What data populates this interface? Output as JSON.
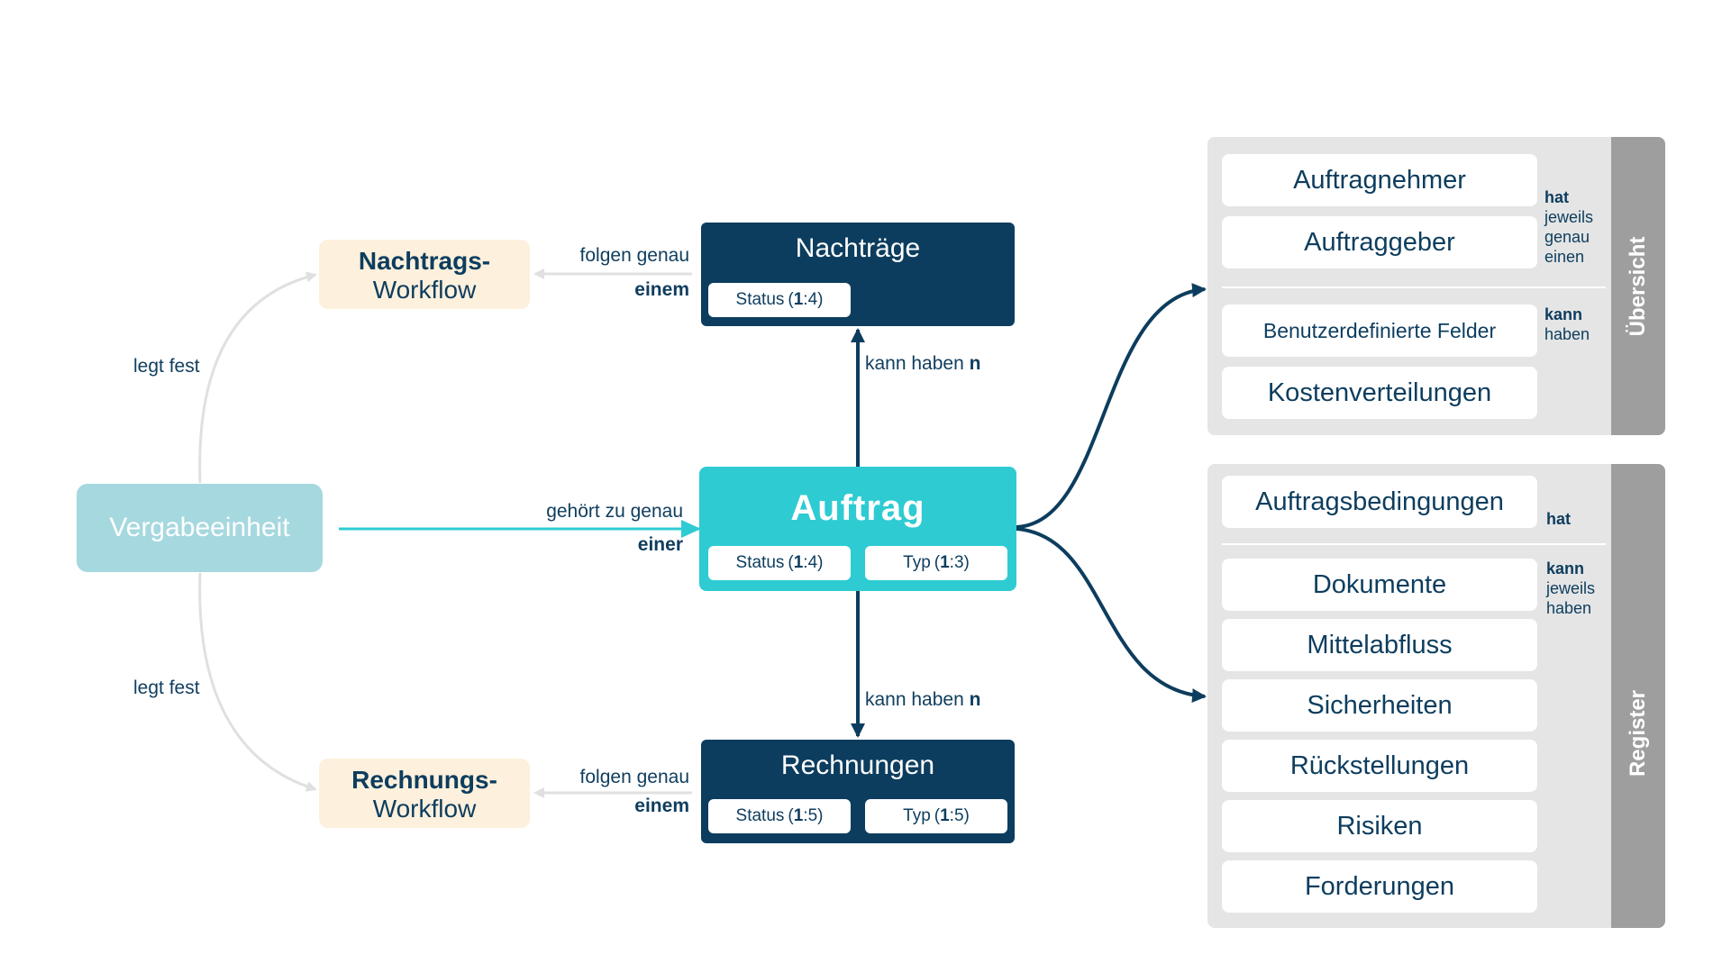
{
  "colors": {
    "dark_navy": "#0d3d5e",
    "teal": "#2ecbd3",
    "light_teal": "#a6d8df",
    "cream": "#fdf0dc",
    "gray_panel": "#e5e5e5",
    "gray_tab": "#9e9e9e",
    "wire_gray": "#e0e0e0"
  },
  "nodes": {
    "nachtraege": {
      "title": "Nachträge",
      "status_pill": {
        "label": "Status",
        "open": "(",
        "a": "1",
        "rest": ":4)"
      }
    },
    "auftrag": {
      "title": "Auftrag",
      "status_pill": {
        "label": "Status",
        "open": "(",
        "a": "1",
        "rest": ":4)"
      },
      "typ_pill": {
        "label": "Typ",
        "open": "(",
        "a": "1",
        "rest": ":3)"
      }
    },
    "rechnungen": {
      "title": "Rechnungen",
      "status_pill": {
        "label": "Status",
        "open": "(",
        "a": "1",
        "rest": ":5)"
      },
      "typ_pill": {
        "label": "Typ",
        "open": "(",
        "a": "1",
        "rest": ":5)"
      }
    },
    "vergabeeinheit": {
      "title": "Vergabeeinheit"
    },
    "nachtrags_workflow": {
      "line1": "Nachtrags-",
      "line2": "Workflow"
    },
    "rechnungs_workflow": {
      "line1": "Rechnungs-",
      "line2": "Workflow"
    }
  },
  "edges": {
    "legt_fest_top": "legt fest",
    "legt_fest_bottom": "legt fest",
    "folgen_top": {
      "text": "folgen genau",
      "bold": "einem"
    },
    "folgen_bottom": {
      "text": "folgen genau",
      "bold": "einem"
    },
    "gehoert": {
      "text": "gehört zu genau",
      "bold": "einer"
    },
    "kann_haben_top": {
      "text": "kann haben",
      "bold": "n"
    },
    "kann_haben_bottom": {
      "text": "kann haben",
      "bold": "n"
    }
  },
  "uebersicht": {
    "tab": "Übersicht",
    "items_hat": [
      "Auftragnehmer",
      "Auftraggeber"
    ],
    "items_kann": [
      "Benutzerdefinierte Felder",
      "Kostenverteilungen"
    ],
    "note_hat": {
      "bold": "hat",
      "rest": [
        "jeweils",
        "genau",
        "einen"
      ]
    },
    "note_kann": {
      "bold": "kann",
      "rest": [
        "haben"
      ]
    }
  },
  "register": {
    "tab": "Register",
    "items_hat": [
      "Auftragsbedingungen"
    ],
    "items_kann": [
      "Dokumente",
      "Mittelabfluss",
      "Sicherheiten",
      "Rückstellungen",
      "Risiken",
      "Forderungen"
    ],
    "note_hat": {
      "bold": "hat"
    },
    "note_kann": {
      "bold": "kann",
      "rest": [
        "jeweils",
        "haben"
      ]
    }
  }
}
